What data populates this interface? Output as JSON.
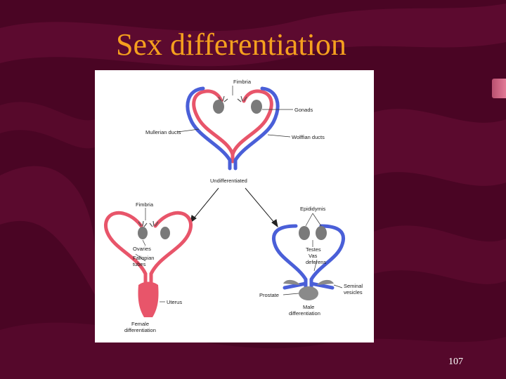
{
  "slide": {
    "title": "Sex differentiation",
    "page_number": "107"
  },
  "diagram": {
    "top_labels": {
      "fimbria": "Fimbria",
      "gonads": "Gonads",
      "mullerian": "Mullerian ducts",
      "wolffian": "Wolffian ducts",
      "undifferentiated": "Undifferentiated"
    },
    "female_labels": {
      "fimbria": "Fimbria",
      "ovaries": "Ovaries",
      "fallopian_1": "Fallopian",
      "fallopian_2": "tubes",
      "uterus": "Uterus",
      "female_1": "Female",
      "female_2": "differentiation"
    },
    "male_labels": {
      "epididymis": "Epididymis",
      "testes": "Testes",
      "vas_1": "Vas",
      "vas_2": "deferens",
      "prostate": "Prostate",
      "seminal_1": "Seminal",
      "seminal_2": "vesicles",
      "male_1": "Male",
      "male_2": "differentiation"
    },
    "colors": {
      "mullerian": "#e8556a",
      "wolffian": "#4a5fd8",
      "gonad": "#7a7a7a"
    }
  }
}
